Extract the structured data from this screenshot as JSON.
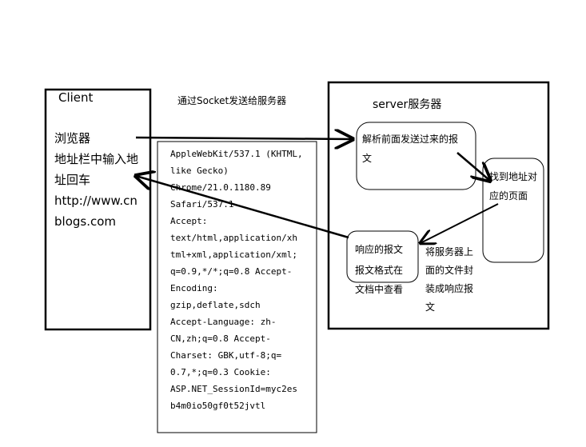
{
  "client": {
    "title": "Client",
    "lines": [
      "浏览器",
      "地址栏中输入地",
      "址回车",
      "http://www.cn",
      "blogs.com"
    ]
  },
  "top_label": "通过Socket发送给服务器",
  "request": {
    "lines": [
      "AppleWebKit/537.1 (KHTML,",
      "like Gecko)",
      "Chrome/21.0.1180.89",
      "Safari/537.1",
      " Accept:",
      " text/html,application/xh",
      " tml+xml,application/xml;",
      " q=0.9,*/*;q=0.8 Accept-",
      " Encoding:",
      " gzip,deflate,sdch",
      " Accept-Language: zh-",
      " CN,zh;q=0.8 Accept-",
      " Charset: GBK,utf-8;q=",
      " 0.7,*;q=0.3 Cookie:",
      " ASP.NET_SessionId=myc2es",
      " b4m0io50gf0t52jvtl"
    ]
  },
  "server": {
    "title": "server服务器",
    "parse_lines": [
      "解析前面发送过来的报",
      "文"
    ],
    "find_lines": [
      "找到地址对",
      "应的页面"
    ],
    "response_lines": [
      "响应的报文",
      "报文格式在"
    ],
    "doc_note": "文档中查看",
    "wrap_lines": [
      "将服务器上",
      "面的文件封",
      "装成响应报",
      "文"
    ]
  },
  "colors": {
    "stroke": "#000000",
    "background": "#ffffff"
  }
}
